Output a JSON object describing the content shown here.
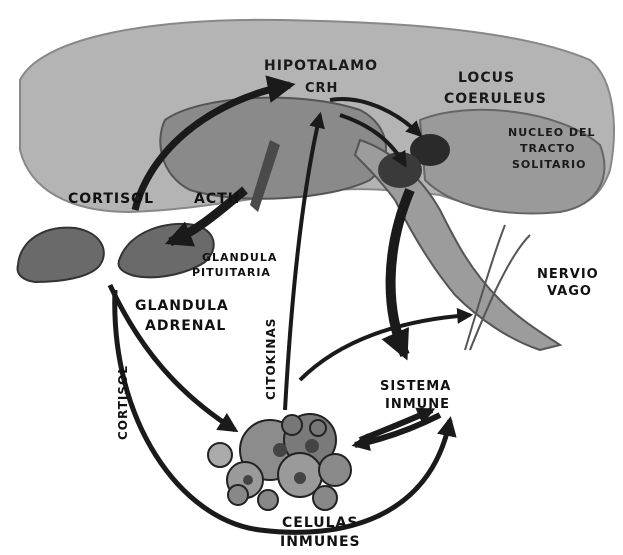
{
  "labels": {
    "hipotalamo": "HIPOTALAMO",
    "crh": "CRH",
    "locus_line1": "LOCUS",
    "locus_line2": "COERULEUS",
    "nucleo_line1": "NUCLEO DEL",
    "nucleo_line2": "TRACTO",
    "nucleo_line3": "SOLITARIO",
    "cortisol_top": "CORTISOL",
    "acth": "ACTH",
    "pituitaria_line1": "GLANDULA",
    "pituitaria_line2": "PITUITARIA",
    "nervio_line1": "NERVIO",
    "nervio_line2": "VAGO",
    "adrenal_line1": "GLANDULA",
    "adrenal_line2": "ADRENAL",
    "citokinas": "CITOKINAS",
    "cortisol_side": "CORTISOL",
    "sistema_line1": "SISTEMA",
    "sistema_line2": "INMUNE",
    "celulas_line1": "CELULAS",
    "celulas_line2": "INMUNES"
  },
  "colors": {
    "brain": "#b4b4b4",
    "brain_dark": "#5a5a5a",
    "organ": "#6a6a6a",
    "arrow": "#1a1a1a",
    "cells": "#8c8c8c"
  }
}
